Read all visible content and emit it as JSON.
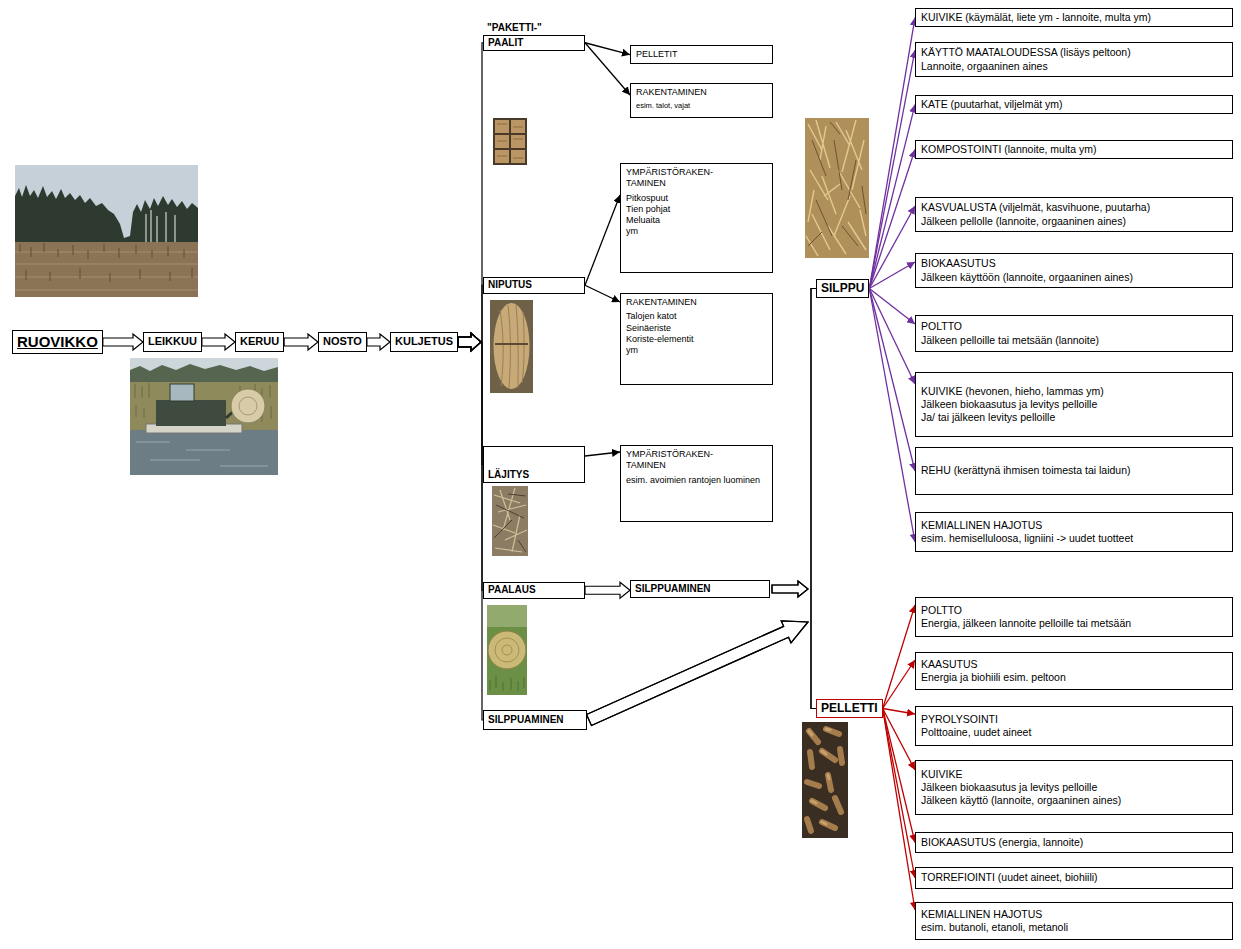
{
  "diagram": {
    "nodes": [
      {
        "text": [
          "RUOVIKKO"
        ]
      },
      {
        "text": [
          "LEIKKUU"
        ]
      },
      {
        "text": [
          "KERUU"
        ]
      },
      {
        "text": [
          "NOSTO"
        ]
      },
      {
        "text": [
          "KULJETUS"
        ]
      },
      {
        "text": [
          "\"PAKETTI-\"",
          "PAALIT"
        ]
      },
      {
        "text": [
          "PELLETIT"
        ]
      },
      {
        "text": [
          "RAKENTAMINEN",
          "esim. talot, vajat"
        ]
      },
      {
        "text": [
          "NIPUTUS"
        ]
      },
      {
        "text": [
          "YMPÄRISTÖRAKEN- TAMINEN",
          "Pitkospuut",
          "Tien pohjat",
          "Meluaita",
          "ym"
        ]
      },
      {
        "text": [
          "RAKENTAMINEN",
          "Talojen katot",
          "Seinäeriste",
          "Koriste-elementit",
          "ym"
        ]
      },
      {
        "text": [
          "LÄJITYS"
        ]
      },
      {
        "text": [
          "YMPÄRISTÖRAKEN- TAMINEN",
          "esim. avoimien rantojen luominen"
        ]
      },
      {
        "text": [
          "PAALAUS"
        ]
      },
      {
        "text": [
          "SILPPUAMINEN"
        ]
      },
      {
        "text": [
          "SILPPUAMINEN"
        ]
      },
      {
        "text": [
          "SILPPU"
        ]
      },
      {
        "text": [
          "KUIVIKE (käymälät, liete ym - lannoite, multa ym)"
        ]
      },
      {
        "text": [
          "KÄYTTÖ MAATALOUDESSA (lisäys peltoon)",
          "Lannoite, orgaaninen aines"
        ]
      },
      {
        "text": [
          "KATE (puutarhat, viljelmät ym)"
        ]
      },
      {
        "text": [
          "KOMPOSTOINTI (lannoite, multa ym)"
        ]
      },
      {
        "text": [
          "KASVUALUSTA (viljelmät, kasvihuone, puutarha)",
          "Jälkeen pellolle (lannoite, orgaaninen aines)"
        ]
      },
      {
        "text": [
          "BIOKAASUTUS",
          "Jälkeen käyttöön (lannoite, orgaaninen aines)"
        ]
      },
      {
        "text": [
          "POLTTO",
          "Jälkeen pelloille tai metsään (lannoite)"
        ]
      },
      {
        "text": [
          "KUIVIKE (hevonen, hieho, lammas ym)",
          "Jälkeen biokaasutus ja levitys pelloille",
          "Ja/ tai jälkeen levitys pelloille"
        ]
      },
      {
        "text": [
          "REHU (kerättynä ihmisen toimesta tai laidun)"
        ]
      },
      {
        "text": [
          "KEMIALLINEN HAJOTUS",
          "esim. hemiselluloosa, ligniini -> uudet tuotteet"
        ]
      },
      {
        "text": [
          "PELLETTI"
        ]
      },
      {
        "text": [
          "POLTTO",
          "Energia, jälkeen lannoite pelloille tai metsään"
        ]
      },
      {
        "text": [
          "KAASUTUS",
          "Energia ja biohiili esim. peltoon"
        ]
      },
      {
        "text": [
          "PYROLYSOINTI",
          "Polttoaine, uudet aineet"
        ]
      },
      {
        "text": [
          "KUIVIKE",
          "Jälkeen biokaasutus ja levitys pelloille",
          "Jälkeen käyttö (lannoite, orgaaninen aines)"
        ]
      },
      {
        "text": [
          "BIOKAASUTUS (energia, lannoite)"
        ]
      },
      {
        "text": [
          "TORREFIOINTI (uudet aineet, biohiili)"
        ]
      },
      {
        "text": [
          "KEMIALLINEN HAJOTUS",
          "esim. butanoli, etanoli, metanoli"
        ]
      }
    ],
    "edges": [
      {
        "from": 0,
        "to": 1,
        "arrow": "to"
      },
      {
        "from": 1,
        "to": 2,
        "arrow": "to"
      },
      {
        "from": 2,
        "to": 3,
        "arrow": "to"
      },
      {
        "from": 3,
        "to": 4,
        "arrow": "to"
      },
      {
        "from": 4,
        "to": 5,
        "arrow": "to"
      },
      {
        "from": 4,
        "to": 8,
        "arrow": "to"
      },
      {
        "from": 4,
        "to": 11,
        "arrow": "to"
      },
      {
        "from": 4,
        "to": 13,
        "arrow": "to"
      },
      {
        "from": 4,
        "to": 15,
        "arrow": "to"
      },
      {
        "from": 5,
        "to": 6,
        "arrow": "to"
      },
      {
        "from": 5,
        "to": 7,
        "arrow": "to"
      },
      {
        "from": 8,
        "to": 9,
        "arrow": "to"
      },
      {
        "from": 8,
        "to": 10,
        "arrow": "to"
      },
      {
        "from": 11,
        "to": 12,
        "arrow": "to"
      },
      {
        "from": 13,
        "to": 14,
        "arrow": "to"
      },
      {
        "from": 14,
        "to": 16,
        "arrow": "to"
      },
      {
        "from": 14,
        "to": 27,
        "arrow": "to"
      },
      {
        "from": 15,
        "to": 16,
        "arrow": "to"
      },
      {
        "from": 15,
        "to": 27,
        "arrow": "to"
      },
      {
        "from": 16,
        "to": 17,
        "arrow": "to"
      },
      {
        "from": 16,
        "to": 18,
        "arrow": "to"
      },
      {
        "from": 16,
        "to": 19,
        "arrow": "to"
      },
      {
        "from": 16,
        "to": 20,
        "arrow": "to"
      },
      {
        "from": 16,
        "to": 21,
        "arrow": "to"
      },
      {
        "from": 16,
        "to": 22,
        "arrow": "to"
      },
      {
        "from": 16,
        "to": 23,
        "arrow": "to"
      },
      {
        "from": 16,
        "to": 24,
        "arrow": "to"
      },
      {
        "from": 16,
        "to": 25,
        "arrow": "to"
      },
      {
        "from": 16,
        "to": 26,
        "arrow": "to"
      },
      {
        "from": 27,
        "to": 28,
        "arrow": "to"
      },
      {
        "from": 27,
        "to": 29,
        "arrow": "to"
      },
      {
        "from": 27,
        "to": 30,
        "arrow": "to"
      },
      {
        "from": 27,
        "to": 31,
        "arrow": "to"
      },
      {
        "from": 27,
        "to": 32,
        "arrow": "to"
      },
      {
        "from": 27,
        "to": 33,
        "arrow": "to"
      },
      {
        "from": 27,
        "to": 34,
        "arrow": "to"
      }
    ]
  }
}
